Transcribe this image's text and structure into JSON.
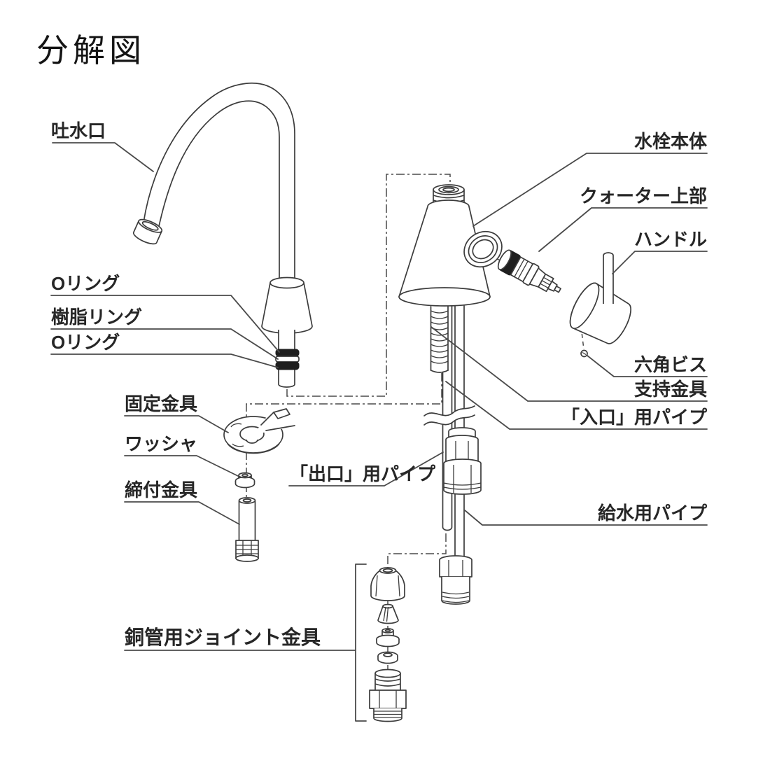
{
  "title": "分解図",
  "parts": {
    "tosuiko": {
      "label": "吐水口"
    },
    "o_ring_1": {
      "label": "Oリング"
    },
    "jushi_ring": {
      "label": "樹脂リング"
    },
    "o_ring_2": {
      "label": "Oリング"
    },
    "kotei_kanagu": {
      "label": "固定金具"
    },
    "washer": {
      "label": "ワッシャ"
    },
    "shimetsuke": {
      "label": "締付金具"
    },
    "dokan_joint": {
      "label": "銅管用ジョイント金具"
    },
    "deguchi_pipe": {
      "label": "「出口」用パイプ"
    },
    "suisen_hontai": {
      "label": "水栓本体"
    },
    "quarter_jobu": {
      "label": "クォーター上部"
    },
    "handle": {
      "label": "ハンドル"
    },
    "rokkaku_bisu": {
      "label": "六角ビス"
    },
    "shiji_kanagu": {
      "label": "支持金具"
    },
    "iriguchi_pipe": {
      "label": "「入口」用パイプ"
    },
    "kyusui_pipe": {
      "label": "給水用パイプ"
    }
  },
  "colors": {
    "line": "#3c3c3c",
    "text": "#262626",
    "background": "#ffffff",
    "oring_black": "#1f1f1f"
  }
}
